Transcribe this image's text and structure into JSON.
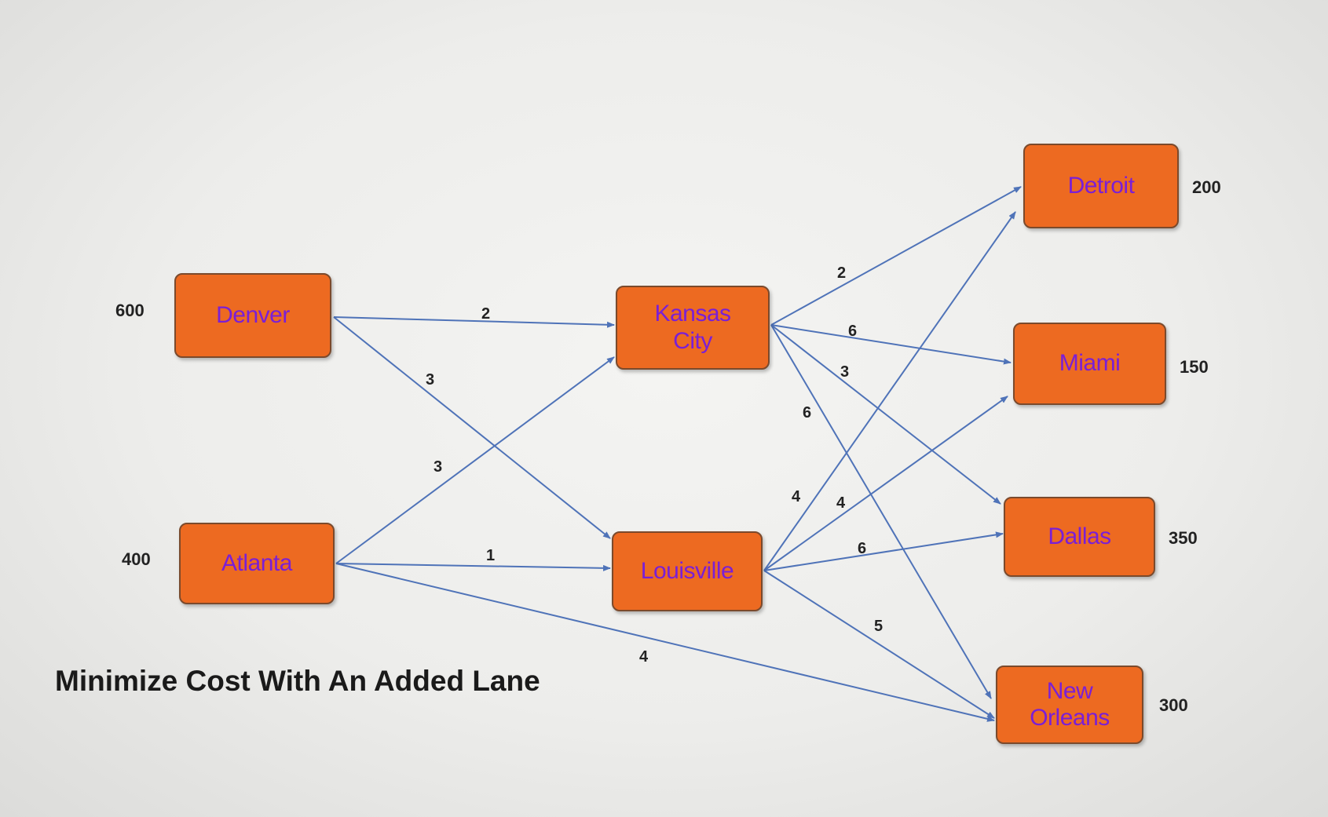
{
  "title": "Minimize Cost With An Added Lane",
  "colors": {
    "node_fill": "#ed6a21",
    "node_text": "#7a1fd6",
    "arrow": "#4f73b8"
  },
  "nodes": {
    "denver": {
      "label": "Denver",
      "quantity": "600"
    },
    "atlanta": {
      "label": "Atlanta",
      "quantity": "400"
    },
    "kansas_city": {
      "label": "Kansas City"
    },
    "louisville": {
      "label": "Louisville"
    },
    "detroit": {
      "label": "Detroit",
      "quantity": "200"
    },
    "miami": {
      "label": "Miami",
      "quantity": "150"
    },
    "dallas": {
      "label": "Dallas",
      "quantity": "350"
    },
    "new_orleans": {
      "label": "New Orleans",
      "quantity": "300"
    }
  },
  "edges": [
    {
      "from": "Denver",
      "to": "Kansas City",
      "cost": "2"
    },
    {
      "from": "Denver",
      "to": "Louisville",
      "cost": "3"
    },
    {
      "from": "Atlanta",
      "to": "Kansas City",
      "cost": "3"
    },
    {
      "from": "Atlanta",
      "to": "Louisville",
      "cost": "1"
    },
    {
      "from": "Atlanta",
      "to": "New Orleans",
      "cost": "4"
    },
    {
      "from": "Kansas City",
      "to": "Detroit",
      "cost": "2"
    },
    {
      "from": "Kansas City",
      "to": "Miami",
      "cost": "6"
    },
    {
      "from": "Kansas City",
      "to": "Dallas",
      "cost": "3"
    },
    {
      "from": "Kansas City",
      "to": "New Orleans",
      "cost": "6"
    },
    {
      "from": "Louisville",
      "to": "Detroit",
      "cost": "4"
    },
    {
      "from": "Louisville",
      "to": "Miami",
      "cost": "4"
    },
    {
      "from": "Louisville",
      "to": "Dallas",
      "cost": "6"
    },
    {
      "from": "Louisville",
      "to": "New Orleans",
      "cost": "5"
    }
  ]
}
